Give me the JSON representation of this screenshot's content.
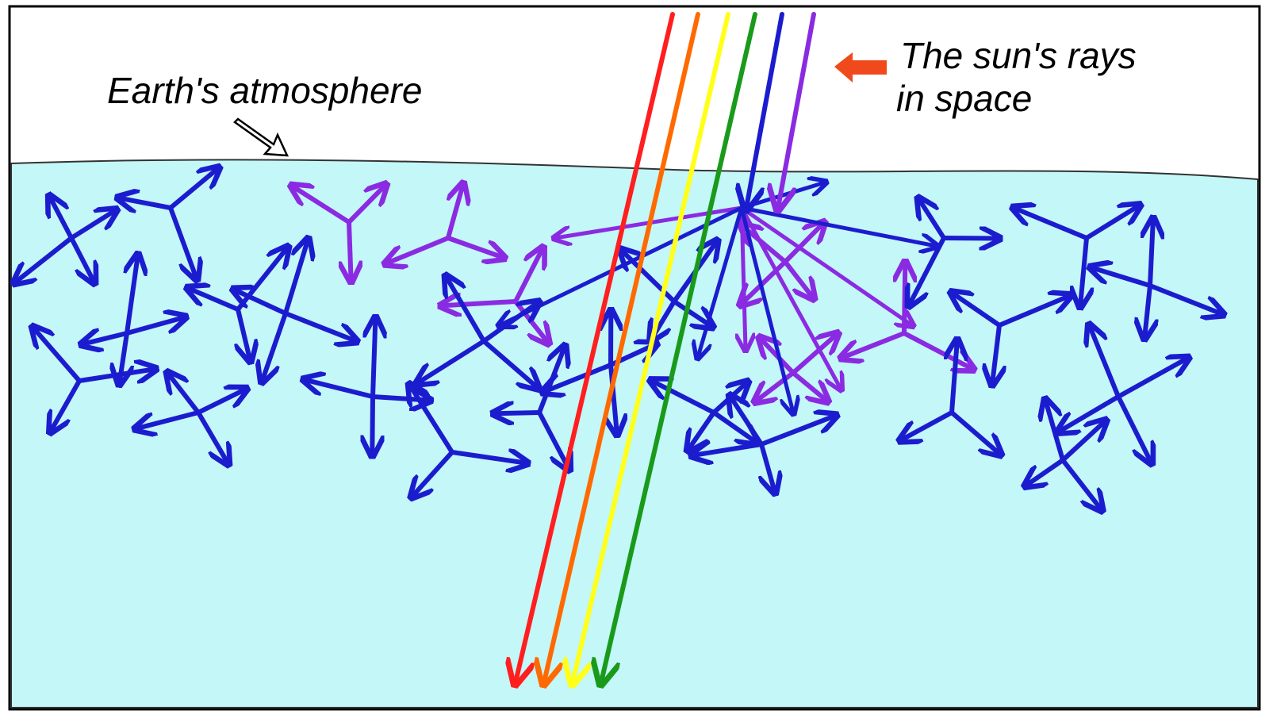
{
  "labels": {
    "atmosphere": "Earth's atmosphere",
    "sun_rays_line1": "The sun's rays",
    "sun_rays_line2": "in space"
  },
  "colors": {
    "sky": "#ffffff",
    "atmosphere": "#c4f7f7",
    "scatter_blue": "#1c1ccf",
    "scatter_violet": "#8a2be2",
    "pointer_arrow": "#f04a1c",
    "rays": [
      "#ff1f1f",
      "#ff6a00",
      "#ffff1a",
      "#1a9a1a",
      "#1c1ccf",
      "#8a2be2"
    ]
  },
  "rays": [
    {
      "color_name": "red"
    },
    {
      "color_name": "orange"
    },
    {
      "color_name": "yellow"
    },
    {
      "color_name": "green"
    },
    {
      "color_name": "blue"
    },
    {
      "color_name": "violet"
    }
  ],
  "icons": {
    "pointer": "left-arrow-icon",
    "atmosphere_pointer": "hollow-arrow-icon"
  }
}
